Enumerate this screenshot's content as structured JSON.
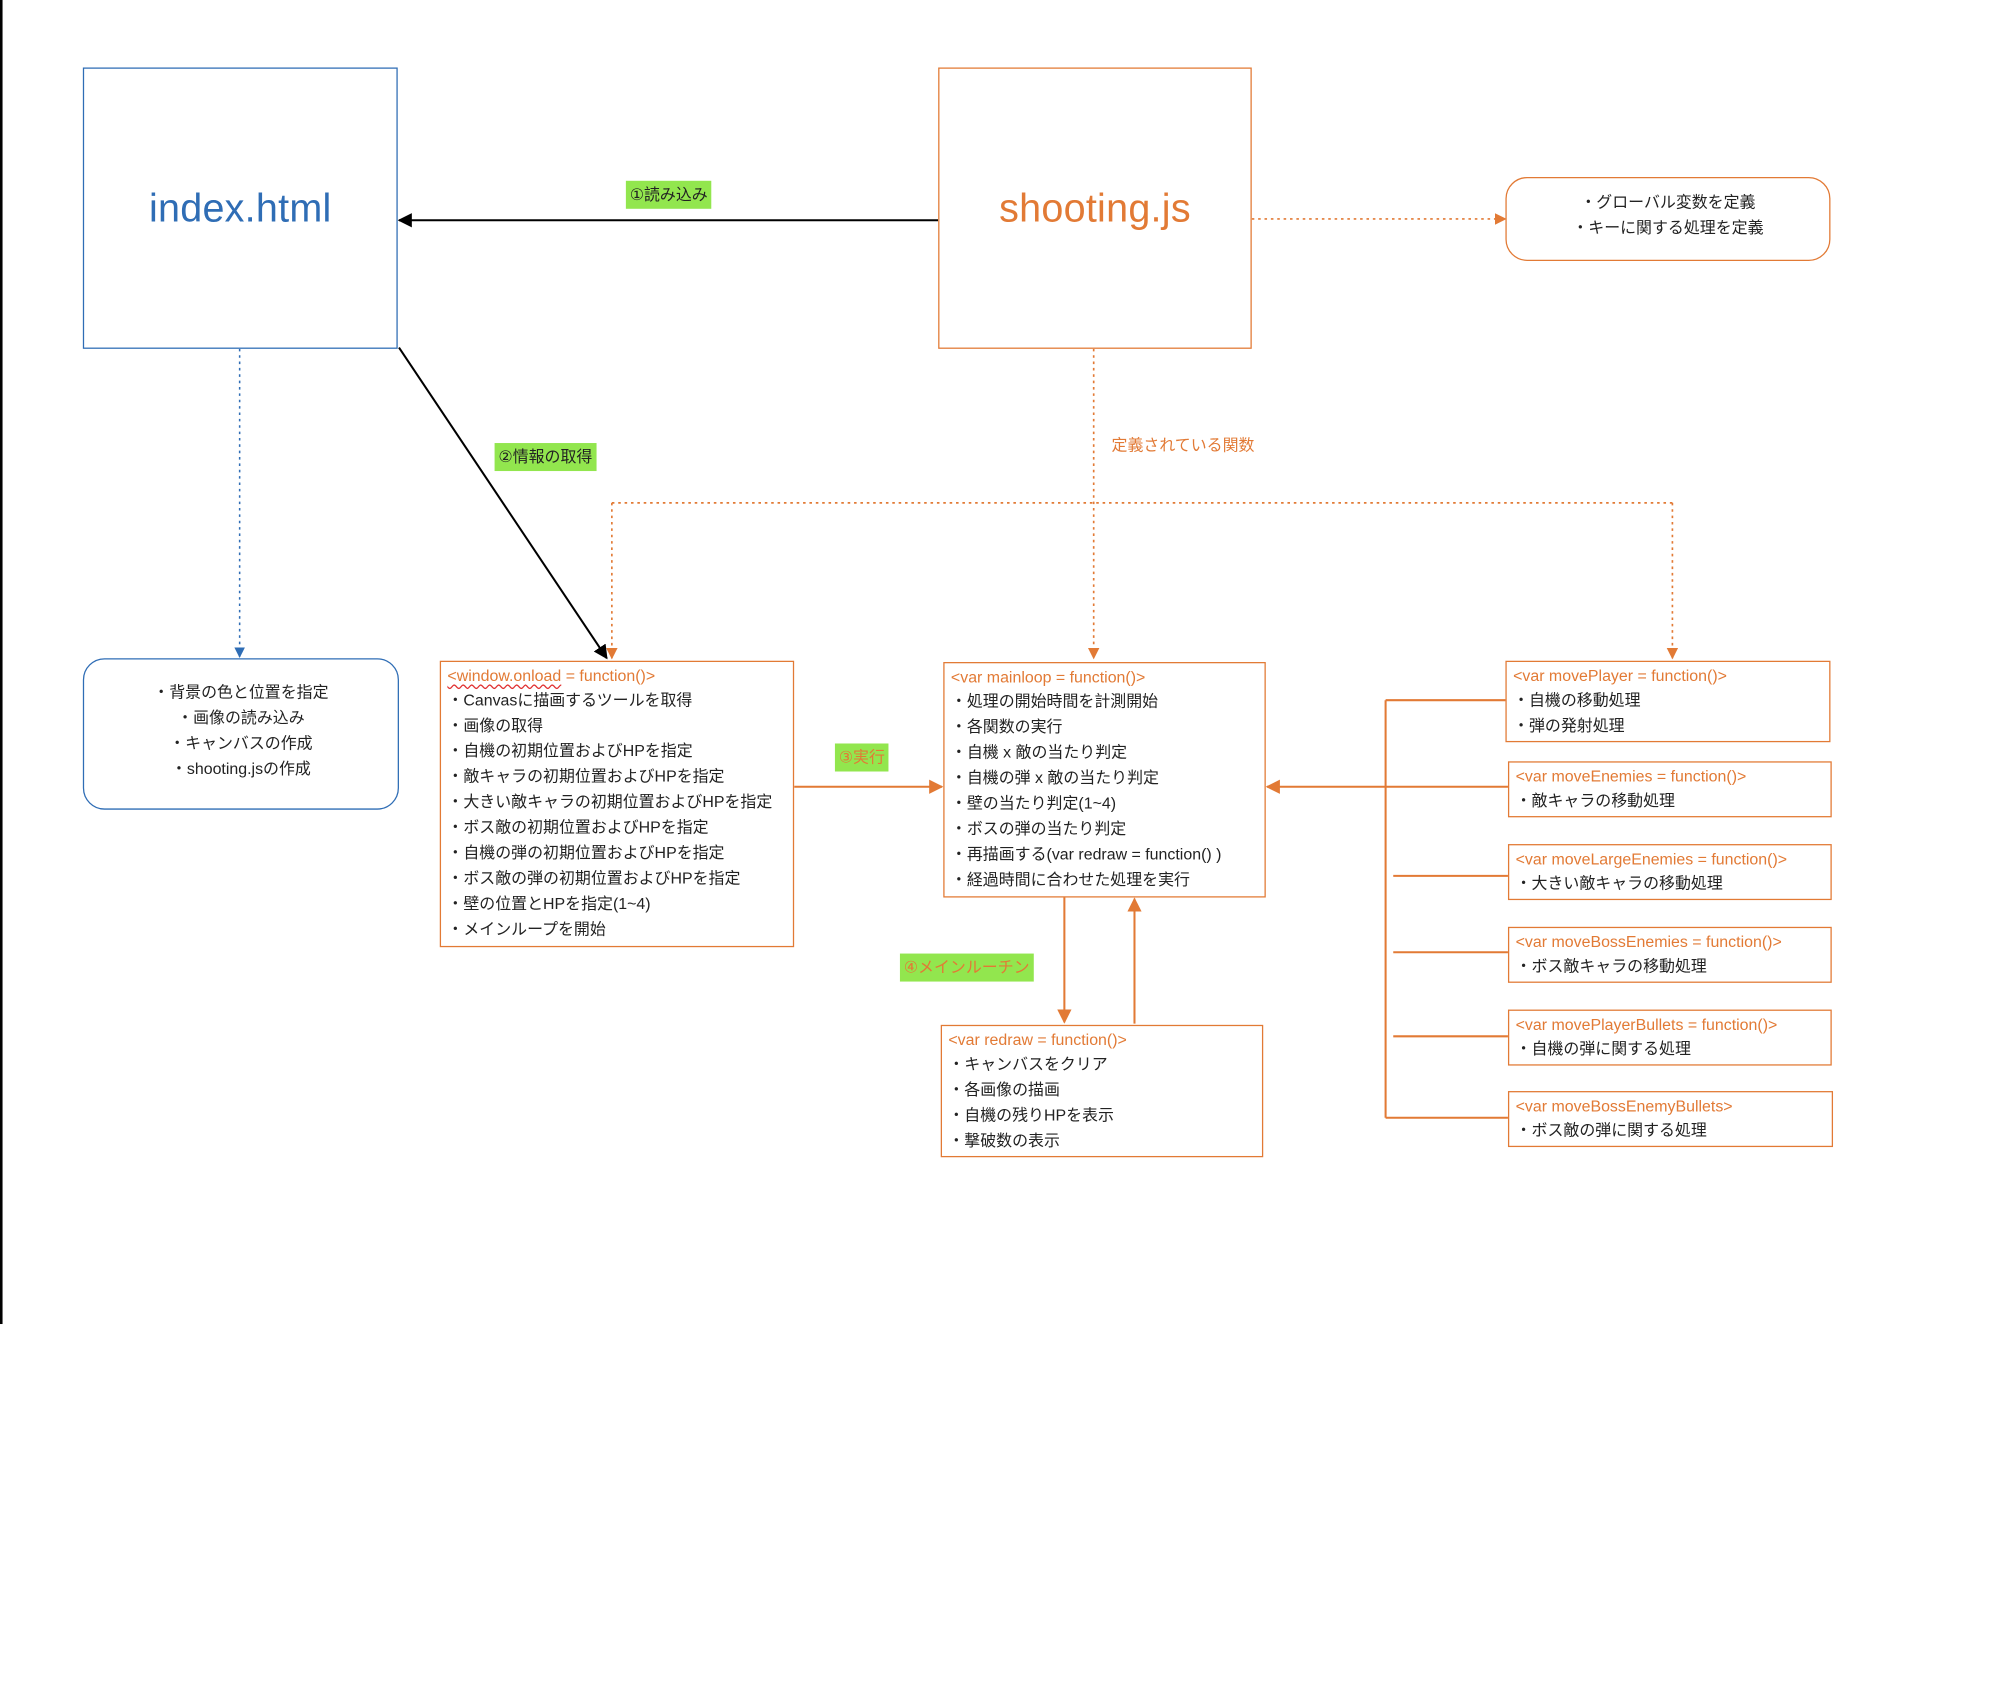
{
  "colors": {
    "blue": "#2f6db5",
    "orange": "#e27a35",
    "tag_green": "#92e64e",
    "text": "#222222"
  },
  "nodes": {
    "index_html": {
      "label": "index.html"
    },
    "shooting_js": {
      "label": "shooting.js"
    }
  },
  "notes": {
    "globals": [
      "・グローバル変数を定義",
      "・キーに関する処理を定義"
    ],
    "index_details": [
      "・背景の色と位置を指定",
      "・画像の読み込み",
      "・キャンバスの作成",
      "・shooting.jsの作成"
    ]
  },
  "functions": {
    "onload": {
      "title_a": "<window.onload",
      "title_b": " = function()>",
      "lines": [
        "・Canvasに描画するツールを取得",
        "・画像の取得",
        "・自機の初期位置およびHPを指定",
        "・敵キャラの初期位置およびHPを指定",
        "・大きい敵キャラの初期位置およびHPを指定",
        "・ボス敵の初期位置およびHPを指定",
        "・自機の弾の初期位置およびHPを指定",
        "・ボス敵の弾の初期位置およびHPを指定",
        "・壁の位置とHPを指定(1~4)",
        "・メインループを開始"
      ]
    },
    "mainloop": {
      "title": "<var mainloop = function()>",
      "lines": [
        "・処理の開始時間を計測開始",
        "・各関数の実行",
        "・自機 x 敵の当たり判定",
        "・自機の弾 x 敵の当たり判定",
        "・壁の当たり判定(1~4)",
        "・ボスの弾の当たり判定",
        "・再描画する(var redraw = function() )",
        "・経過時間に合わせた処理を実行"
      ]
    },
    "redraw": {
      "title": "<var redraw = function()>",
      "lines": [
        "・キャンバスをクリア",
        "・各画像の描画",
        "・自機の残りHPを表示",
        "・撃破数の表示"
      ]
    },
    "movePlayer": {
      "title": "<var movePlayer = function()>",
      "lines": [
        "・自機の移動処理",
        "・弾の発射処理"
      ]
    },
    "moveEnemies": {
      "title": "<var moveEnemies = function()>",
      "lines": [
        "・敵キャラの移動処理"
      ]
    },
    "moveLargeEnemies": {
      "title": "<var moveLargeEnemies = function()>",
      "lines": [
        "・大きい敵キャラの移動処理"
      ]
    },
    "moveBossEnemies": {
      "title": "<var moveBossEnemies = function()>",
      "lines": [
        "・ボス敵キャラの移動処理"
      ]
    },
    "movePlayerBullets": {
      "title": "<var movePlayerBullets = function()>",
      "lines": [
        "・自機の弾に関する処理"
      ]
    },
    "moveBossEnemyBullets": {
      "title": "<var moveBossEnemyBullets>",
      "lines": [
        "・ボス敵の弾に関する処理"
      ]
    }
  },
  "labels": {
    "load": "①読み込み",
    "info": "②情報の取得",
    "exec": "③実行",
    "mainroutine": "④メインルーチン",
    "defined_functions": "定義されている関数"
  }
}
